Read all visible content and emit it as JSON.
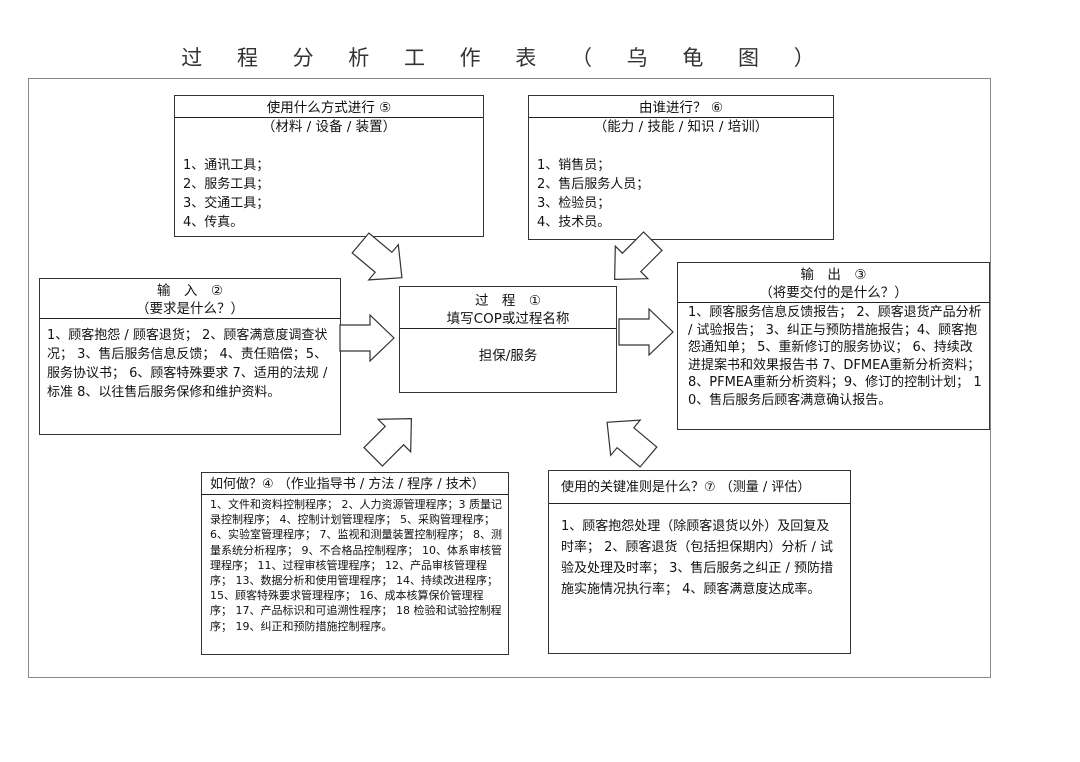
{
  "title": "过 程 分 析 工 作 表 （ 乌 龟 图 ）",
  "box5": {
    "header": "使用什么方式进行 ⑤",
    "sub": "（材料 / 设备 / 装置）",
    "items": [
      "1、通讯工具；",
      "2、服务工具；",
      "3、交通工具；",
      "4、传真。"
    ]
  },
  "box6": {
    "header": "由谁进行？ ⑥",
    "sub": "（能力 / 技能 / 知识 / 培训）",
    "items": [
      "1、销售员；",
      "2、售后服务人员；",
      "3、检验员；",
      "4、技术员。"
    ]
  },
  "box2": {
    "header": "输　入　②",
    "sub": "（要求是什么？）",
    "text": "1、顾客抱怨 / 顾客退货； 2、顾客满意度调查状况； 3、售后服务信息反馈； 4、责任赔偿；5、服务协议书； 6、顾客特殊要求 7、适用的法规 / 标准 8、以往售后服务保修和维护资料。"
  },
  "box1": {
    "header": "过　程　①",
    "sub": "填写COP或过程名称",
    "content": "担保/服务"
  },
  "box3": {
    "header": "输　出　③",
    "sub": "（将要交付的是什么？）",
    "text": "1、顾客服务信息反馈报告； 2、顾客退货产品分析 / 试验报告； 3、纠正与预防措施报告；4、顾客抱怨通知单； 5、重新修订的服务协议； 6、持续改进提案书和效果报告书 7、DFMEA重新分析资料； 8、PFMEA重新分析资料；9、修订的控制计划； 10、售后服务后顾客满意确认报告。"
  },
  "box4": {
    "header": "如何做？④ （作业指导书 / 方法 / 程序 / 技术）",
    "text": "1、文件和资料控制程序； 2、人力资源管理程序；3 质量记录控制程序； 4、控制计划管理程序； 5、采购管理程序； 6、实验室管理程序； 7、监视和测量装置控制程序； 8、测量系统分析程序； 9、不合格品控制程序； 10、体系审核管理程序； 11、过程审核管理程序； 12、产品审核管理程序； 13、数据分析和使用管理程序； 14、持续改进程序； 15、顾客特殊要求管理程序； 16、成本核算保价管理程序； 17、产品标识和可追溯性程序； 18 检验和试验控制程序； 19、纠正和预防措施控制程序。"
  },
  "box7": {
    "header": "使用的关键准则是什么？⑦ （测量 / 评估）",
    "text": "1、顾客抱怨处理（除顾客退货以外）及回复及时率； 2、顾客退货（包括担保期内）分析 / 试验及处理及时率； 3、售后服务之纠正 / 预防措施实施情况执行率； 4、顾客满意度达成率。"
  }
}
